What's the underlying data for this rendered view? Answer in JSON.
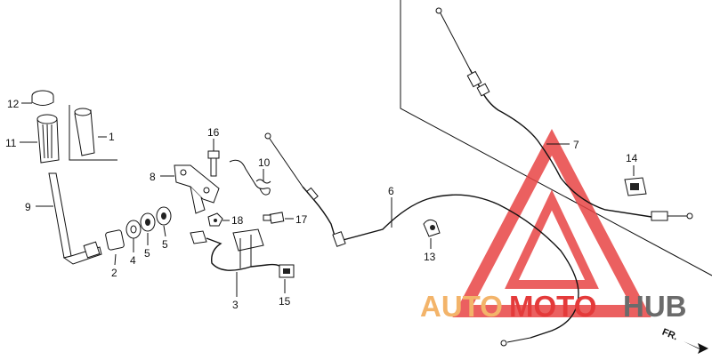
{
  "diagram": {
    "callouts": [
      "1",
      "2",
      "3",
      "4",
      "5",
      "5",
      "6",
      "7",
      "8",
      "9",
      "10",
      "11",
      "12",
      "13",
      "14",
      "15",
      "16",
      "17",
      "18"
    ]
  },
  "watermark": {
    "part1": "AUTO",
    "part2": "MOTO",
    "part3": "HUB",
    "colors": {
      "auto": "#f3b46a",
      "moto": "#e43a3a",
      "hub": "#6b6b6b",
      "triangle": "#e84545"
    }
  },
  "direction_label": "FR."
}
